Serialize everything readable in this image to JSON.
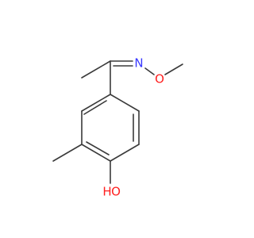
{
  "atoms": {
    "n1": {
      "symbol": "N"
    },
    "o1": {
      "symbol": "O"
    },
    "o2": {
      "symbol": "O"
    },
    "h1": {
      "symbol": "H"
    }
  },
  "colors": {
    "nitrogen": "#3838ff",
    "oxygen": "#ff2020",
    "bond": "#3a3a3a",
    "background": "#ffffff"
  }
}
